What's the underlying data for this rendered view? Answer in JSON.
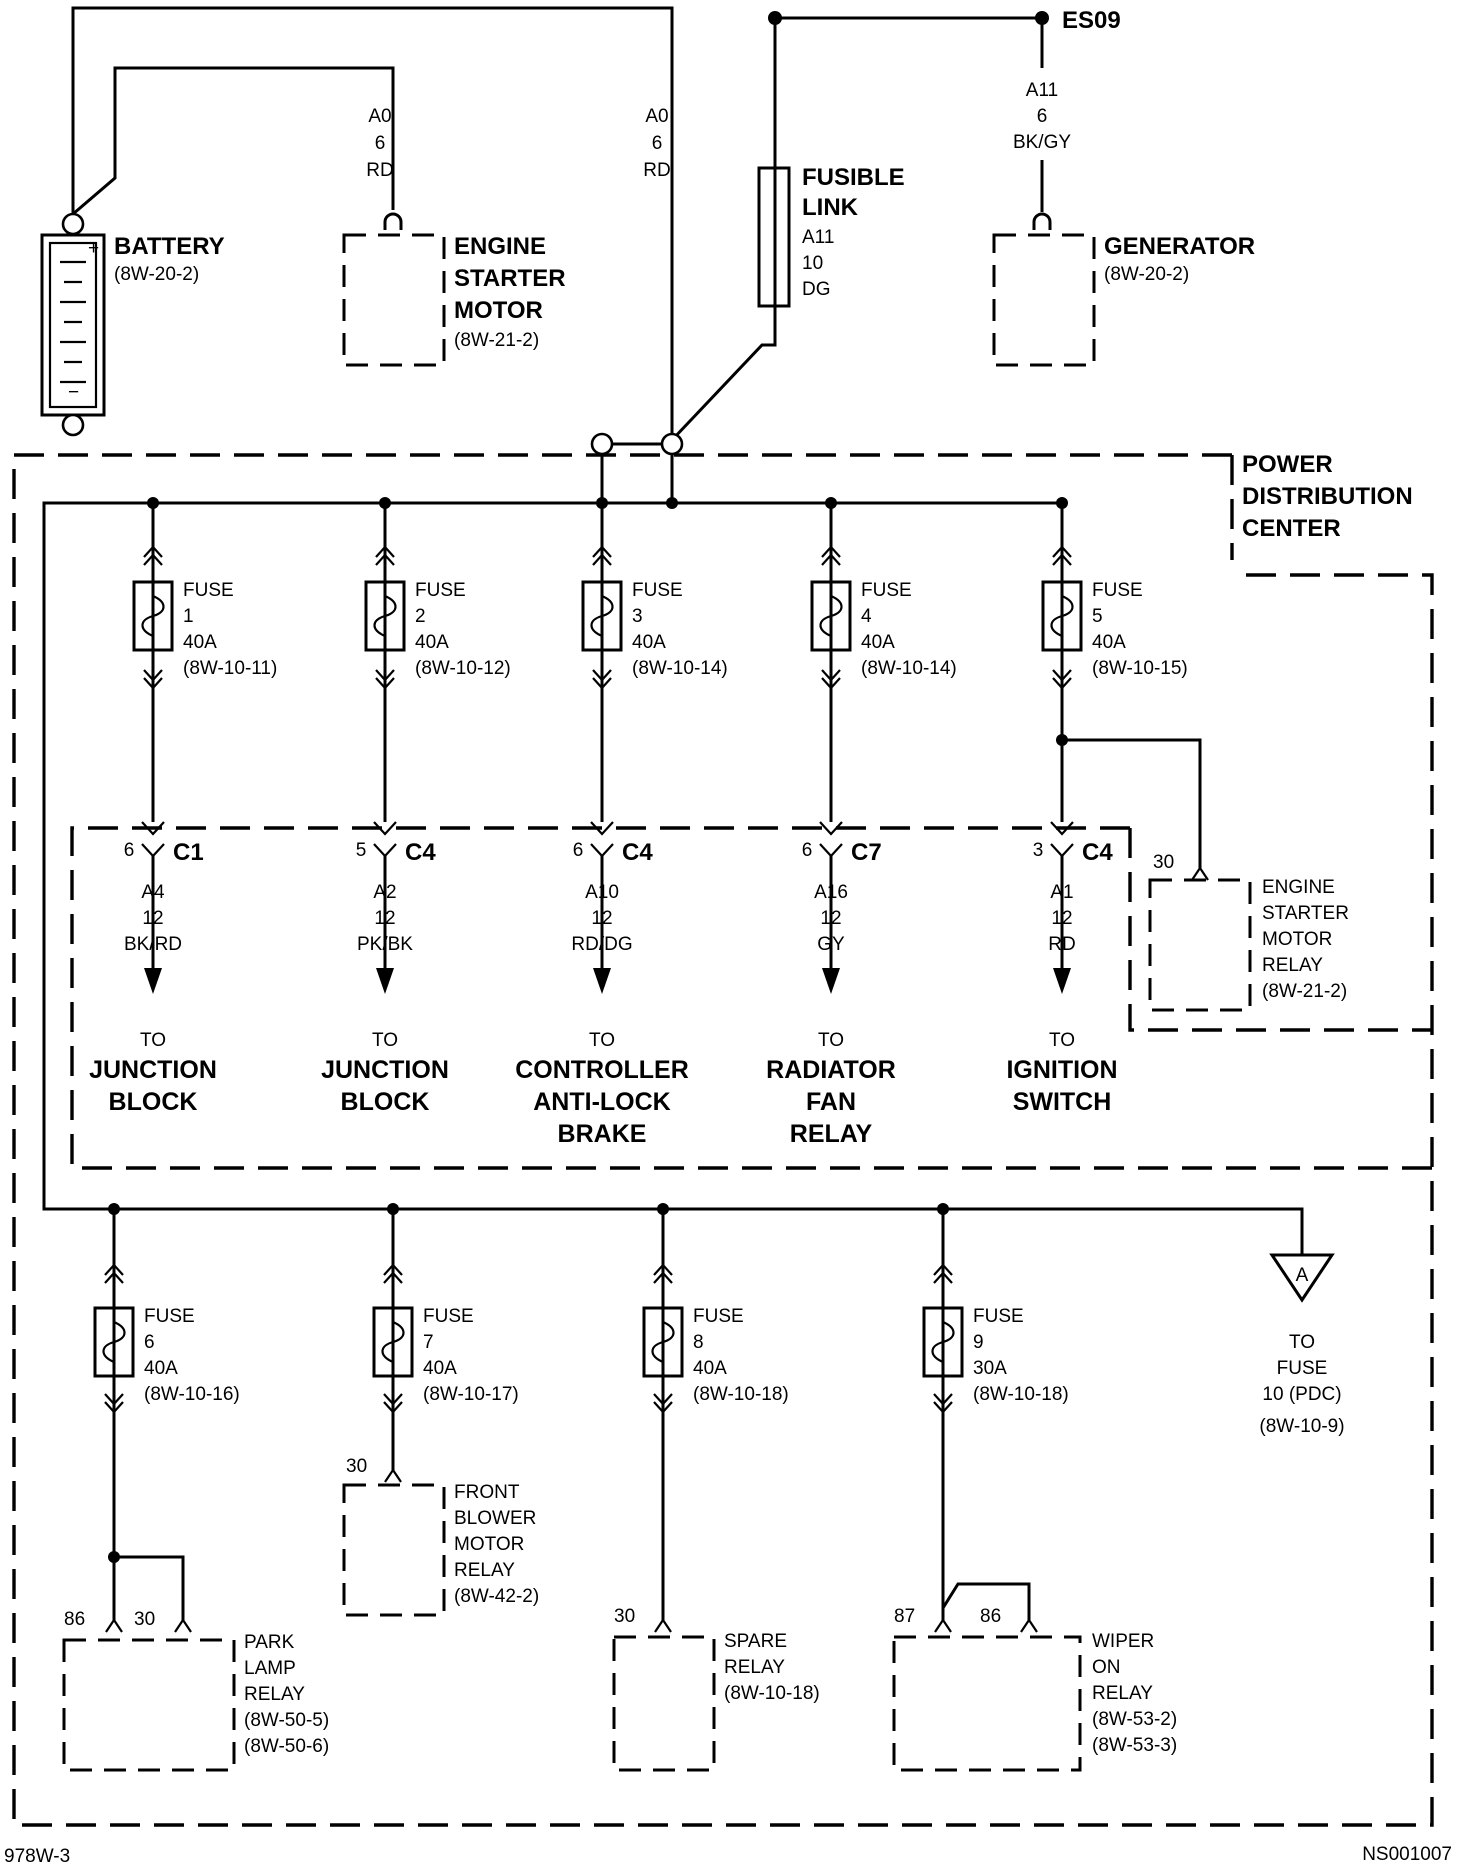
{
  "battery": {
    "name": "BATTERY",
    "ref": "(8W-20-2)",
    "plus": "+",
    "minus": "−"
  },
  "starter": {
    "lines": [
      "ENGINE",
      "STARTER",
      "MOTOR"
    ],
    "ref": "(8W-21-2)",
    "wire": [
      "A0",
      "6",
      "RD"
    ]
  },
  "main_wire": [
    "A0",
    "6",
    "RD"
  ],
  "fusible_link": {
    "lines": [
      "FUSIBLE",
      "LINK"
    ],
    "wire": [
      "A11",
      "10",
      "DG"
    ]
  },
  "splice": "ES09",
  "generator": {
    "name": "GENERATOR",
    "ref": "(8W-20-2)",
    "wire": [
      "A11",
      "6",
      "BK/GY"
    ]
  },
  "pdc": [
    "POWER",
    "DISTRIBUTION",
    "CENTER"
  ],
  "top_fuses": [
    {
      "label": "FUSE",
      "num": "1",
      "amp": "40A",
      "ref": "(8W-10-11)",
      "pin": "6",
      "conn": "C1",
      "circuit": "A4",
      "gauge": "12",
      "color": "BK/RD",
      "to": "TO",
      "dest": [
        "JUNCTION",
        "BLOCK"
      ]
    },
    {
      "label": "FUSE",
      "num": "2",
      "amp": "40A",
      "ref": "(8W-10-12)",
      "pin": "5",
      "conn": "C4",
      "circuit": "A2",
      "gauge": "12",
      "color": "PK/BK",
      "to": "TO",
      "dest": [
        "JUNCTION",
        "BLOCK"
      ]
    },
    {
      "label": "FUSE",
      "num": "3",
      "amp": "40A",
      "ref": "(8W-10-14)",
      "pin": "6",
      "conn": "C4",
      "circuit": "A10",
      "gauge": "12",
      "color": "RD/DG",
      "to": "TO",
      "dest": [
        "CONTROLLER",
        "ANTI-LOCK",
        "BRAKE"
      ]
    },
    {
      "label": "FUSE",
      "num": "4",
      "amp": "40A",
      "ref": "(8W-10-14)",
      "pin": "6",
      "conn": "C7",
      "circuit": "A16",
      "gauge": "12",
      "color": "GY",
      "to": "TO",
      "dest": [
        "RADIATOR",
        "FAN",
        "RELAY"
      ]
    },
    {
      "label": "FUSE",
      "num": "5",
      "amp": "40A",
      "ref": "(8W-10-15)",
      "pin": "3",
      "conn": "C4",
      "circuit": "A1",
      "gauge": "12",
      "color": "RD",
      "to": "TO",
      "dest": [
        "IGNITION",
        "SWITCH"
      ]
    }
  ],
  "starter_relay": {
    "pin": "30",
    "lines": [
      "ENGINE",
      "STARTER",
      "MOTOR",
      "RELAY",
      "(8W-21-2)"
    ]
  },
  "bottom_fuses": [
    {
      "label": "FUSE",
      "num": "6",
      "amp": "40A",
      "ref": "(8W-10-16)"
    },
    {
      "label": "FUSE",
      "num": "7",
      "amp": "40A",
      "ref": "(8W-10-17)"
    },
    {
      "label": "FUSE",
      "num": "8",
      "amp": "40A",
      "ref": "(8W-10-18)"
    },
    {
      "label": "FUSE",
      "num": "9",
      "amp": "30A",
      "ref": "(8W-10-18)"
    }
  ],
  "connector_a": {
    "letter": "A",
    "lines": [
      "TO",
      "FUSE",
      "10 (PDC)",
      "(8W-10-9)"
    ]
  },
  "blower_relay": {
    "pin": "30",
    "lines": [
      "FRONT",
      "BLOWER",
      "MOTOR",
      "RELAY",
      "(8W-42-2)"
    ]
  },
  "park_relay": {
    "pins": [
      "86",
      "30"
    ],
    "lines": [
      "PARK",
      "LAMP",
      "RELAY",
      "(8W-50-5)",
      "(8W-50-6)"
    ]
  },
  "spare_relay": {
    "pin": "30",
    "lines": [
      "SPARE",
      "RELAY",
      "(8W-10-18)"
    ]
  },
  "wiper_relay": {
    "pins": [
      "87",
      "86"
    ],
    "lines": [
      "WIPER",
      "ON",
      "RELAY",
      "(8W-53-2)",
      "(8W-53-3)"
    ]
  },
  "footer": {
    "left": "978W-3",
    "right": "NS001007"
  }
}
